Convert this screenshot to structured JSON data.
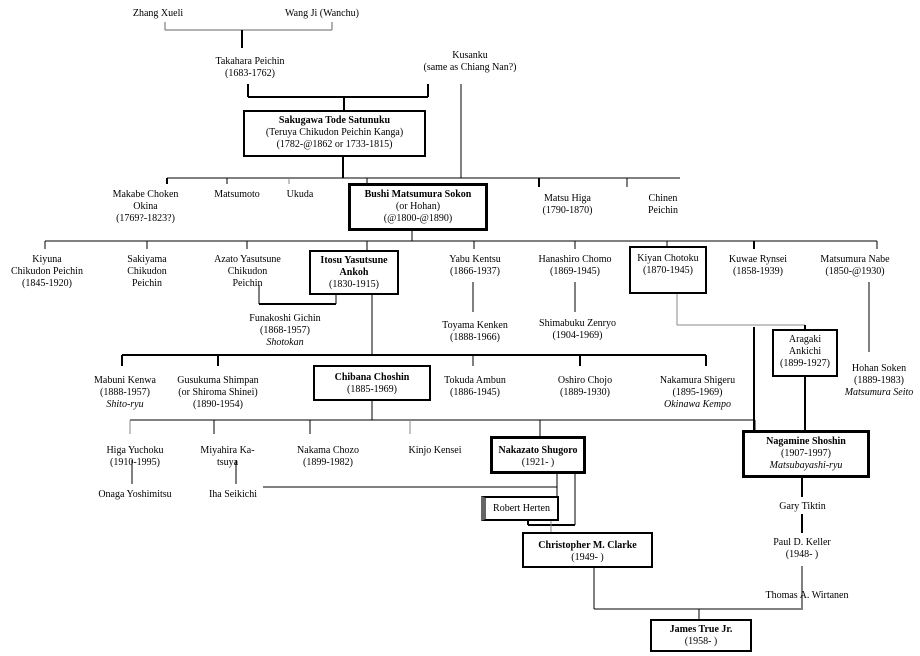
{
  "title": "Karate lineage chart",
  "nodes": {
    "zhang_xueli": {
      "name": "Zhang Xueli"
    },
    "wang_ji": {
      "name": "Wang Ji (Wanchu)"
    },
    "takahara": {
      "name": "Takahara Peichin",
      "dates": "(1683-1762)"
    },
    "kusanku": {
      "name": "Kusanku",
      "note": "(same as Chiang Nan?)"
    },
    "sakugawa": {
      "name": "Sakugawa Tode Satunuku",
      "alt": "(Teruya Chikudon Peichin Kanga)",
      "dates": "(1782-@1862 or 1733-1815)"
    },
    "makabe": {
      "name": "Makabe Choken",
      "name2": "Okina",
      "dates": "(1769?-1823?)"
    },
    "matsumoto": {
      "name": "Matsumoto"
    },
    "ukuda": {
      "name": "Ukuda"
    },
    "bushi_matsumura": {
      "name": "Bushi Matsumura Sokon",
      "alt": "(or Hohan)",
      "dates": "(@1800-@1890)"
    },
    "matsu_higa": {
      "name": "Matsu Higa",
      "dates": "(1790-1870)"
    },
    "chinen": {
      "name": "Chinen",
      "name2": "Peichin"
    },
    "kiyuna": {
      "name": "Kiyuna",
      "name2": "Chikudon Peichin",
      "dates": "(1845-1920)"
    },
    "sakiyama": {
      "name": "Sakiyama",
      "name2": "Chikudon",
      "name3": "Peichin"
    },
    "azato": {
      "name": "Azato Yasutsune",
      "name2": "Chikudon",
      "name3": "Peichin"
    },
    "itosu": {
      "name": "Itosu Yasutsune",
      "name2": "Ankoh",
      "dates": "(1830-1915)"
    },
    "yabu": {
      "name": "Yabu Kentsu",
      "dates": "(1866-1937)"
    },
    "hanashiro": {
      "name": "Hanashiro Chomo",
      "dates": "(1869-1945)"
    },
    "kiyan": {
      "name": "Kiyan Chotoku",
      "dates": "(1870-1945)"
    },
    "kuwae": {
      "name": "Kuwae Rynsei",
      "dates": "(1858-1939)"
    },
    "matsumura_nabe": {
      "name": "Matsumura Nabe",
      "dates": "(1850-@1930)"
    },
    "funakoshi": {
      "name": "Funakoshi Gichin",
      "dates": "(1868-1957)",
      "style": "Shotokan"
    },
    "toyama": {
      "name": "Toyama Kenken",
      "dates": "(1888-1966)"
    },
    "shimabuku": {
      "name": "Shimabuku Zenryo",
      "dates": "(1904-1969)"
    },
    "aragaki": {
      "name": "Aragaki",
      "name2": "Ankichi",
      "dates": "(1899-1927)"
    },
    "hohan_soken": {
      "name": "Hohan Soken",
      "dates": "(1889-1983)",
      "style": "Matsumura Seito"
    },
    "mabuni": {
      "name": "Mabuni Kenwa",
      "dates": "(1888-1957)",
      "style": "Shito-ryu"
    },
    "gusukuma": {
      "name": "Gusukuma Shimpan",
      "alt": "(or Shiroma Shinei)",
      "dates": "(1890-1954)"
    },
    "chibana": {
      "name": "Chibana Choshin",
      "dates": "(1885-1969)"
    },
    "tokuda": {
      "name": "Tokuda Ambun",
      "dates": "(1886-1945)"
    },
    "oshiro": {
      "name": "Oshiro Chojo",
      "dates": "(1889-1930)"
    },
    "nakamura": {
      "name": "Nakamura Shigeru",
      "dates": "(1895-1969)",
      "style": "Okinawa Kempo"
    },
    "higa_yuchoku": {
      "name": "Higa Yuchoku",
      "dates": "(1910-1995)"
    },
    "miyahira": {
      "name": "Miyahira Ka-",
      "name2": "tsuya"
    },
    "nakama": {
      "name": "Nakama Chozo",
      "dates": "(1899-1982)"
    },
    "kinjo": {
      "name": "Kinjo Kensei"
    },
    "nakazato": {
      "name": "Nakazato Shugoro",
      "dates": "(1921-    )"
    },
    "nagamine": {
      "name": "Nagamine Shoshin",
      "dates": "(1907-1997)",
      "style": "Matsubayashi-ryu"
    },
    "onaga": {
      "name": "Onaga Yoshimitsu"
    },
    "iha": {
      "name": "Iha Seikichi"
    },
    "herten": {
      "name": "Robert Herten"
    },
    "clarke": {
      "name": "Christopher M. Clarke",
      "dates": "(1949-    )"
    },
    "tiktin": {
      "name": "Gary Tiktin"
    },
    "keller": {
      "name": "Paul D. Keller",
      "dates": "(1948-    )"
    },
    "wirtanen": {
      "name": "Thomas A. Wirtanen"
    },
    "true": {
      "name": "James True Jr.",
      "dates": "(1958-    )"
    }
  }
}
